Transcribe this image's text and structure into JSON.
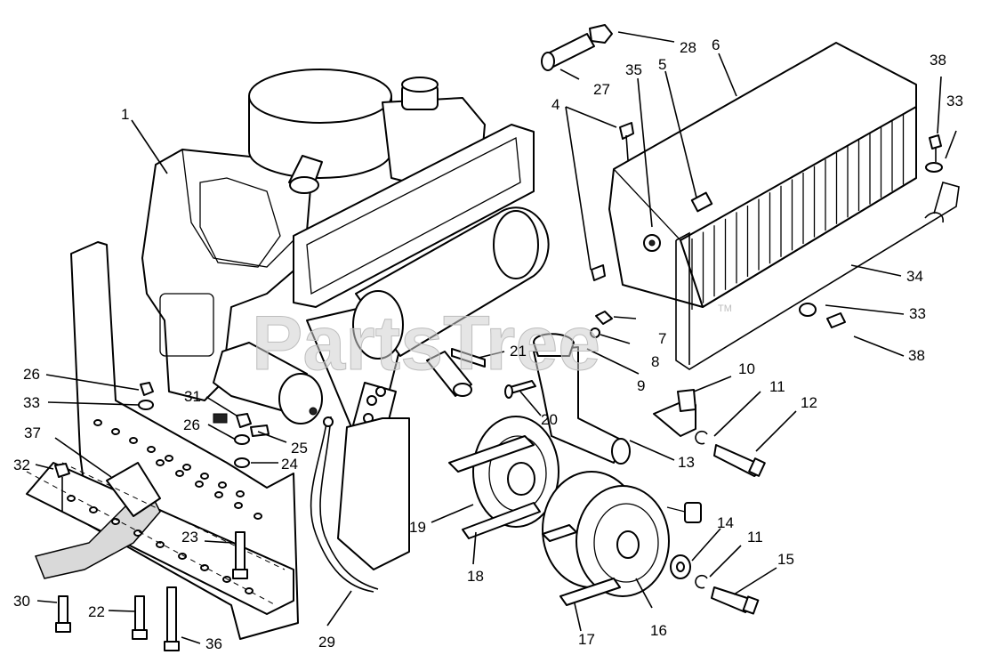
{
  "watermark": "PartsTree",
  "trademark": "TM",
  "callouts": [
    "1",
    "4",
    "5",
    "6",
    "7",
    "8",
    "9",
    "10",
    "11",
    "11",
    "12",
    "13",
    "14",
    "15",
    "16",
    "17",
    "18",
    "19",
    "20",
    "21",
    "22",
    "23",
    "24",
    "25",
    "26",
    "26",
    "27",
    "28",
    "29",
    "30",
    "31",
    "32",
    "33",
    "33",
    "33",
    "34",
    "35",
    "36",
    "37",
    "38",
    "38"
  ]
}
